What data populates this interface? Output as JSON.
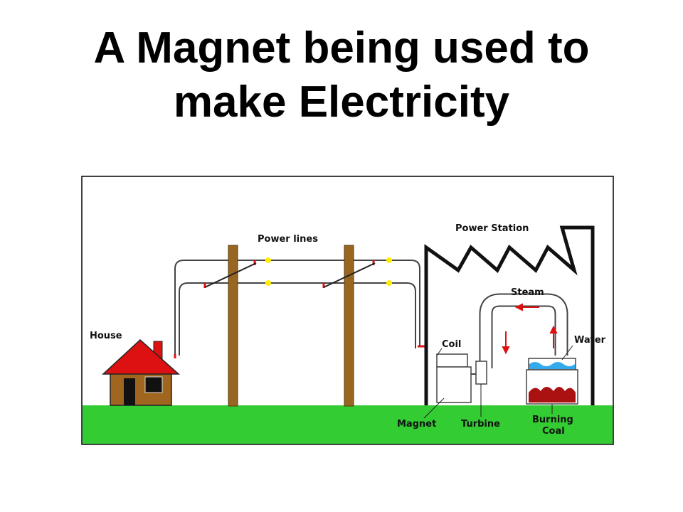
{
  "title": {
    "line1": "A Magnet being used to",
    "line2": "make Electricity"
  },
  "diagram": {
    "labels": {
      "house": "House",
      "power_lines": "Power lines",
      "power_station": "Power Station",
      "steam": "Steam",
      "coil": "Coil",
      "water": "Water",
      "magnet": "Magnet",
      "turbine": "Turbine",
      "burning_coal_1": "Burning",
      "burning_coal_2": "Coal"
    },
    "colors": {
      "ground": "#33cc33",
      "roof": "#dd1111",
      "house_wall": "#a0661f",
      "pole": "#996622",
      "spark": "#ffee00",
      "arrow": "#dd1111",
      "water": "#33aaee",
      "coal": "#aa1111"
    }
  }
}
